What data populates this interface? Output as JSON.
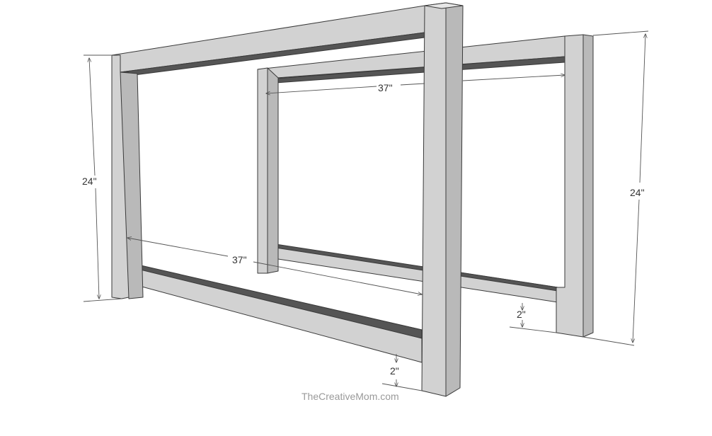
{
  "colors": {
    "wood_face": "#d2d2d2",
    "wood_side": "#b9b9b9",
    "wood_light": "#e6e6e6",
    "slot_dark": "#555555",
    "outline": "#3a3a3a",
    "dimension": "#555555",
    "watermark": "#9a9a9a"
  },
  "dimensions": {
    "front_height": "24\"",
    "front_width": "37\"",
    "front_offset": "2\"",
    "back_height": "24\"",
    "back_width": "37\"",
    "back_offset": "2\""
  },
  "watermark": "TheCreativeMom.com"
}
